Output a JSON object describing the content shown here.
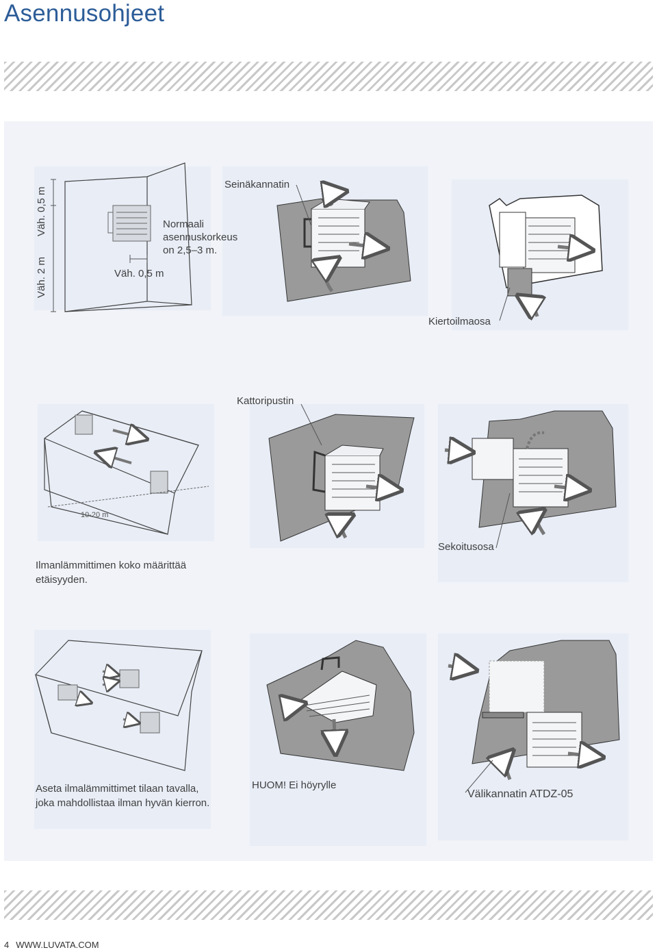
{
  "page": {
    "title": "Asennusohjeet",
    "footer": {
      "page_number": "4",
      "website": "WWW.LUVATA.COM"
    }
  },
  "figures": {
    "height": {
      "min_top": "Väh. 0,5 m",
      "min_height": "Väh. 2 m",
      "min_side": "Väh. 0,5 m",
      "normal_height": "Normaali asennuskorkeus on 2,5–3 m."
    },
    "wall_bracket": {
      "label": "Seinäkannatin"
    },
    "recirculation": {
      "label": "Kiertoilmaosa"
    },
    "distance": {
      "measure": "10-20 m",
      "caption": "Ilmanlämmittimen koko määrittää etäisyyden."
    },
    "ceiling_bracket": {
      "label": "Kattoripustin"
    },
    "mixing": {
      "label": "Sekoitusosa"
    },
    "placement": {
      "caption": "Aseta ilmalämmittimet tilaan tavalla, joka mahdollistaa ilman hyvän kierron."
    },
    "steam": {
      "caption": "HUOM! Ei höyrylle"
    },
    "intermediate": {
      "label": "Välikannatin ATDZ-05"
    }
  },
  "colors": {
    "title": "#2d5d98",
    "panel": "#f1f3f8",
    "wall": "#9a9a9a",
    "arrow": "#777777"
  }
}
